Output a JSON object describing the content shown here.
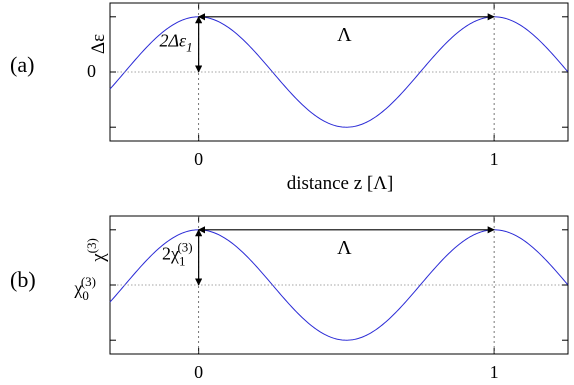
{
  "chart_data": [
    {
      "type": "line",
      "panel_label": "(a)",
      "ylabel": "Δε",
      "xlabel": "distance z [Λ]",
      "xlim": [
        -0.3,
        1.25
      ],
      "ylim": [
        -1.25,
        1.25
      ],
      "xticks": [
        0,
        1
      ],
      "xtick_labels": [
        "0",
        "1"
      ],
      "yticks": [
        0
      ],
      "ytick_labels": [
        "0"
      ],
      "baseline_dotted": 0,
      "period_label": "Λ",
      "amplitude_label": "2Δε",
      "amplitude_label_subscript": "1",
      "series": [
        {
          "function": "cos(2*pi*z)",
          "amplitude": 1,
          "offset": 0,
          "x_range": [
            -0.3,
            1.25
          ],
          "color": "#2b2bd6"
        }
      ]
    },
    {
      "type": "line",
      "panel_label": "(b)",
      "ylabel": "χ",
      "ylabel_superscript": "(3)",
      "xlim": [
        -0.3,
        1.25
      ],
      "ylim": [
        -1.25,
        1.25
      ],
      "xticks": [
        0,
        1
      ],
      "xtick_labels": [
        "0",
        "1"
      ],
      "ytick_labels": [
        {
          "base": "χ",
          "sup": "(3)",
          "sub": "0",
          "at": 0
        }
      ],
      "baseline_dotted": 0,
      "period_label": "Λ",
      "amplitude_label": "2χ",
      "amplitude_label_superscript": "(3)",
      "amplitude_label_subscript": "1",
      "series": [
        {
          "function": "cos(2*pi*z)",
          "amplitude": 1,
          "offset": 0,
          "x_range": [
            -0.3,
            1.25
          ],
          "color": "#2b2bd6"
        }
      ]
    }
  ]
}
